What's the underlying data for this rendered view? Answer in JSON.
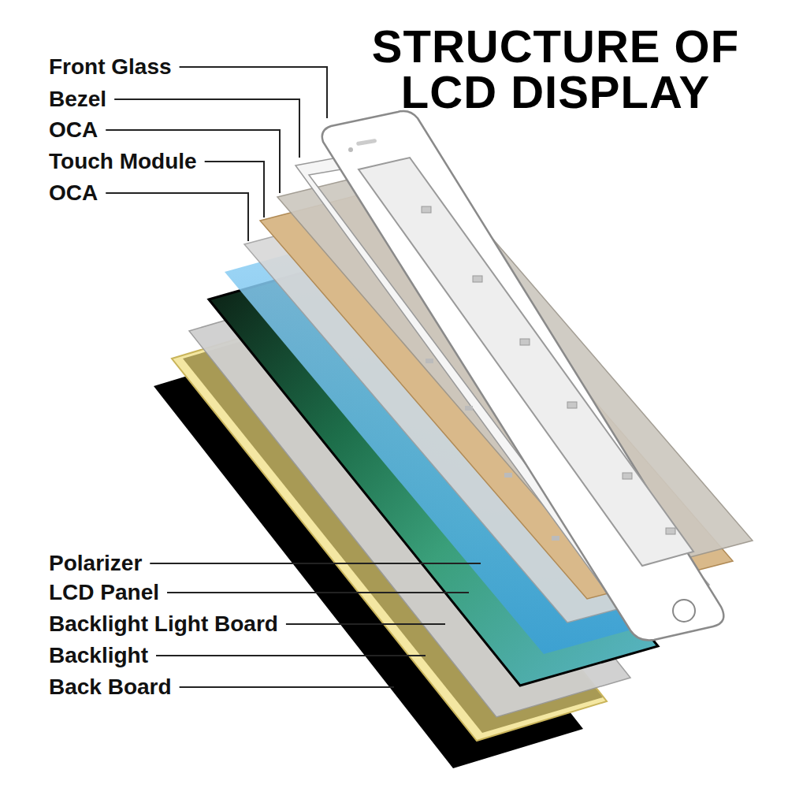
{
  "diagram": {
    "title": "STRUCTURE OF LCD DISPLAY",
    "labels": [
      "Front Glass",
      "Bezel",
      "OCA",
      "Touch Module",
      "OCA",
      "Polarizer",
      "LCD Panel",
      "Backlight Light Board",
      "Backlight",
      "Back Board"
    ]
  }
}
